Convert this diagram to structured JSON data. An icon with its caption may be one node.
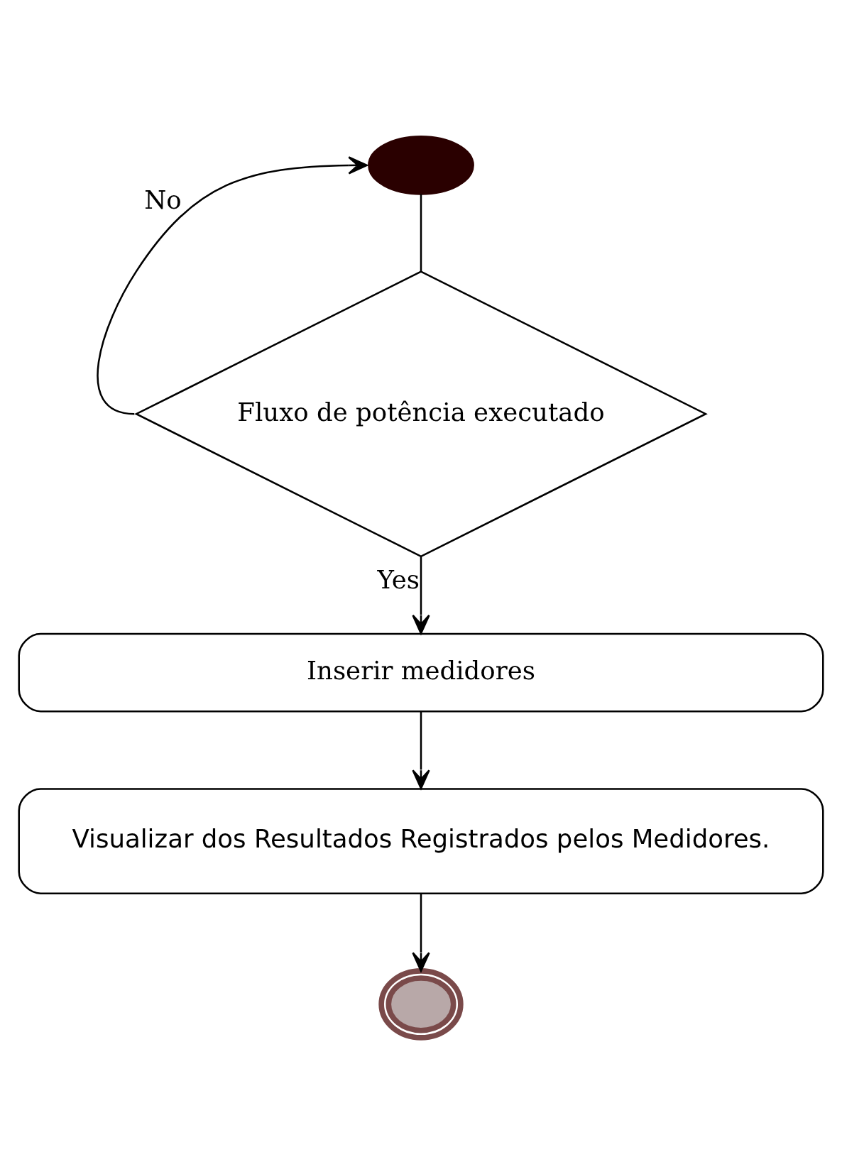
{
  "diagram": {
    "nodes": [
      {
        "text": [],
        "shape": "circle"
      },
      {
        "text": [
          "Fluxo de potência executado"
        ]
      },
      {
        "text": [
          "Inserir medidores"
        ]
      },
      {
        "text": [
          "Visualizar dos Resultados Registrados pelos Medidores."
        ]
      },
      {
        "text": [],
        "shape": "circle"
      }
    ],
    "edges": [
      {
        "from": 0,
        "to": 1,
        "arrow": "none"
      },
      {
        "from": 1,
        "to": 0,
        "arrow": "to",
        "label": "No"
      },
      {
        "from": 1,
        "to": 2,
        "arrow": "to",
        "label": "Yes"
      },
      {
        "from": 2,
        "to": 3,
        "arrow": "to"
      },
      {
        "from": 3,
        "to": 4,
        "arrow": "to"
      }
    ]
  }
}
